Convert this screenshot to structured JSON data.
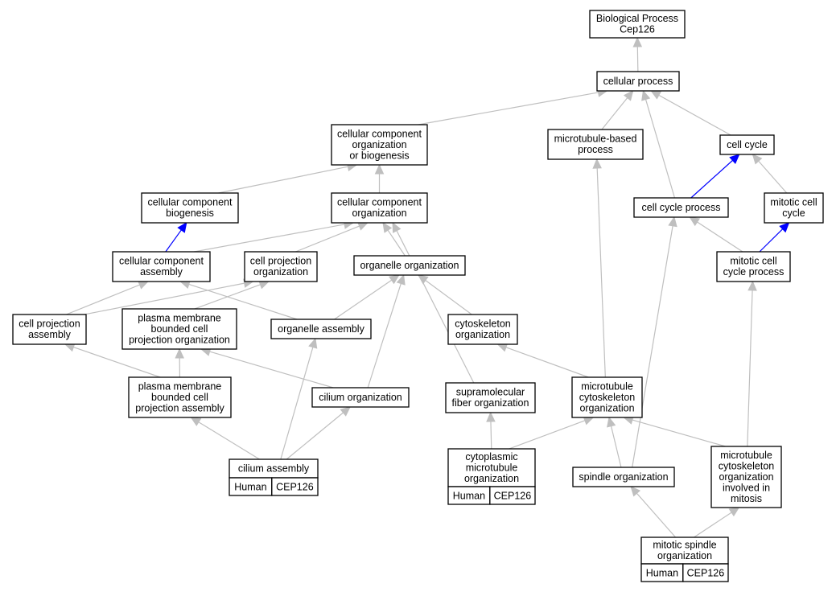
{
  "colors": {
    "edge_default": "#bfbfbf",
    "edge_highlight": "#0000ff",
    "annotation_fill": "#f4634a",
    "node_border": "#000000"
  },
  "nodes": [
    {
      "id": "bp",
      "lines": [
        "Biological Process",
        "Cep126"
      ]
    },
    {
      "id": "cp",
      "lines": [
        "cellular process"
      ]
    },
    {
      "id": "ccob",
      "lines": [
        "cellular component",
        "organization",
        "or biogenesis"
      ]
    },
    {
      "id": "mtbp",
      "lines": [
        "microtubule-based",
        "process"
      ]
    },
    {
      "id": "cc",
      "lines": [
        "cell cycle"
      ]
    },
    {
      "id": "ccb",
      "lines": [
        "cellular component",
        "biogenesis"
      ]
    },
    {
      "id": "cco",
      "lines": [
        "cellular component",
        "organization"
      ]
    },
    {
      "id": "ccp",
      "lines": [
        "cell cycle process"
      ]
    },
    {
      "id": "mcc",
      "lines": [
        "mitotic cell",
        "cycle"
      ]
    },
    {
      "id": "cca",
      "lines": [
        "cellular component",
        "assembly"
      ]
    },
    {
      "id": "cpo",
      "lines": [
        "cell projection",
        "organization"
      ]
    },
    {
      "id": "oo",
      "lines": [
        "organelle organization"
      ]
    },
    {
      "id": "mccp",
      "lines": [
        "mitotic cell",
        "cycle process"
      ]
    },
    {
      "id": "cpa",
      "lines": [
        "cell projection",
        "assembly"
      ]
    },
    {
      "id": "pmbcpo",
      "lines": [
        "plasma membrane",
        "bounded cell",
        "projection organization"
      ]
    },
    {
      "id": "oa",
      "lines": [
        "organelle assembly"
      ]
    },
    {
      "id": "cso",
      "lines": [
        "cytoskeleton",
        "organization"
      ]
    },
    {
      "id": "pmbcpa",
      "lines": [
        "plasma membrane",
        "bounded cell",
        "projection assembly"
      ]
    },
    {
      "id": "cio",
      "lines": [
        "cilium organization"
      ]
    },
    {
      "id": "sfo",
      "lines": [
        "supramolecular",
        "fiber organization"
      ]
    },
    {
      "id": "mtco",
      "lines": [
        "microtubule",
        "cytoskeleton",
        "organization"
      ]
    },
    {
      "id": "cia",
      "lines": [
        "cilium assembly"
      ],
      "annotation": [
        "Human",
        "CEP126"
      ]
    },
    {
      "id": "cmo",
      "lines": [
        "cytoplasmic",
        "microtubule",
        "organization"
      ],
      "annotation": [
        "Human",
        "CEP126"
      ]
    },
    {
      "id": "so",
      "lines": [
        "spindle organization"
      ]
    },
    {
      "id": "mcoim",
      "lines": [
        "microtubule",
        "cytoskeleton",
        "organization",
        "involved in",
        "mitosis"
      ]
    },
    {
      "id": "mso",
      "lines": [
        "mitotic spindle",
        "organization"
      ],
      "annotation": [
        "Human",
        "CEP126"
      ]
    }
  ],
  "edges": [
    {
      "from": "cp",
      "to": "bp",
      "kind": "is_a"
    },
    {
      "from": "ccob",
      "to": "cp",
      "kind": "is_a"
    },
    {
      "from": "mtbp",
      "to": "cp",
      "kind": "is_a"
    },
    {
      "from": "ccp",
      "to": "cp",
      "kind": "is_a"
    },
    {
      "from": "cc",
      "to": "cp",
      "kind": "is_a"
    },
    {
      "from": "ccb",
      "to": "ccob",
      "kind": "is_a"
    },
    {
      "from": "cco",
      "to": "ccob",
      "kind": "is_a"
    },
    {
      "from": "ccp",
      "to": "cc",
      "kind": "part_of"
    },
    {
      "from": "mcc",
      "to": "cc",
      "kind": "is_a"
    },
    {
      "from": "mccp",
      "to": "ccp",
      "kind": "is_a"
    },
    {
      "from": "mccp",
      "to": "mcc",
      "kind": "part_of"
    },
    {
      "from": "cca",
      "to": "ccb",
      "kind": "part_of"
    },
    {
      "from": "cca",
      "to": "cco",
      "kind": "is_a"
    },
    {
      "from": "cpo",
      "to": "cco",
      "kind": "is_a"
    },
    {
      "from": "oo",
      "to": "cco",
      "kind": "is_a"
    },
    {
      "from": "sfo",
      "to": "cco",
      "kind": "is_a"
    },
    {
      "from": "cpa",
      "to": "cca",
      "kind": "is_a"
    },
    {
      "from": "oa",
      "to": "cca",
      "kind": "is_a"
    },
    {
      "from": "cpa",
      "to": "cpo",
      "kind": "is_a"
    },
    {
      "from": "pmbcpo",
      "to": "cpo",
      "kind": "is_a"
    },
    {
      "from": "oa",
      "to": "oo",
      "kind": "is_a"
    },
    {
      "from": "cio",
      "to": "oo",
      "kind": "is_a"
    },
    {
      "from": "cso",
      "to": "oo",
      "kind": "is_a"
    },
    {
      "from": "pmbcpa",
      "to": "cpa",
      "kind": "is_a"
    },
    {
      "from": "pmbcpa",
      "to": "pmbcpo",
      "kind": "is_a"
    },
    {
      "from": "cio",
      "to": "pmbcpo",
      "kind": "is_a"
    },
    {
      "from": "mtco",
      "to": "cso",
      "kind": "is_a"
    },
    {
      "from": "mtco",
      "to": "mtbp",
      "kind": "is_a"
    },
    {
      "from": "cia",
      "to": "pmbcpa",
      "kind": "is_a"
    },
    {
      "from": "cia",
      "to": "oa",
      "kind": "is_a"
    },
    {
      "from": "cia",
      "to": "cio",
      "kind": "is_a"
    },
    {
      "from": "cmo",
      "to": "sfo",
      "kind": "is_a"
    },
    {
      "from": "cmo",
      "to": "mtco",
      "kind": "is_a"
    },
    {
      "from": "so",
      "to": "mtco",
      "kind": "is_a"
    },
    {
      "from": "so",
      "to": "ccp",
      "kind": "is_a"
    },
    {
      "from": "mcoim",
      "to": "mtco",
      "kind": "is_a"
    },
    {
      "from": "mcoim",
      "to": "mccp",
      "kind": "is_a"
    },
    {
      "from": "mso",
      "to": "so",
      "kind": "is_a"
    },
    {
      "from": "mso",
      "to": "mcoim",
      "kind": "is_a"
    }
  ]
}
